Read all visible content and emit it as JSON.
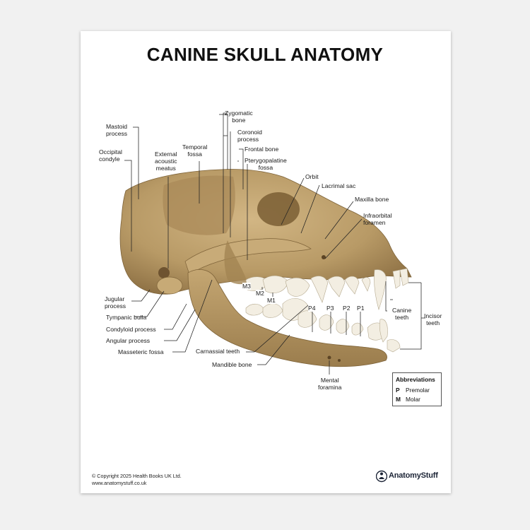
{
  "title": "CANINE SKULL ANATOMY",
  "labels": {
    "zygomatic_bone": "Zygomatic\nbone",
    "mastoid_process": "Mastoid\nprocess",
    "coronoid_process": "Coronoid\nprocess",
    "temporal_fossa": "Temporal\nfossa",
    "frontal_bone": "Frontal bone",
    "occipital_condyle": "Occipital\ncondyle",
    "external_acoustic_meatus": "External\nacoustic\nmeatus",
    "pterygopalatine_fossa": "Pterygopalatine\nfossa",
    "orbit": "Orbit",
    "lacrimal_sac": "Lacrimal sac",
    "maxilla_bone": "Maxilla bone",
    "infraorbital_foramen": "Infraorbital\nforamen",
    "jugular_process": "Jugular\nprocess",
    "tympanic_bulla": "Tympanic bulla",
    "condyloid_process": "Condyloid process",
    "angular_process": "Angular process",
    "masseteric_fossa": "Masseteric fossa",
    "carnassial_teeth": "Carnassial teeth",
    "mandible_bone": "Mandible bone",
    "mental_foramina": "Mental\nforamina",
    "canine_teeth": "Canine\nteeth",
    "incisor_teeth": "Incisor\nteeth",
    "m3": "M3",
    "m2": "M2",
    "m1": "M1",
    "p4": "P4",
    "p3": "P3",
    "p2": "P2",
    "p1": "P1"
  },
  "abbreviations": {
    "heading": "Abbreviations",
    "items": [
      {
        "key": "P",
        "value": "Premolar"
      },
      {
        "key": "M",
        "value": "Molar"
      }
    ]
  },
  "footer": {
    "copyright": "© Copyright 2025 Health Books UK Ltd.",
    "website": "www.anatomystuff.co.uk",
    "brand": "AnatomyStuff"
  },
  "colors": {
    "bone": "#b89a66",
    "bone_dark": "#8c6f43",
    "teeth": "#f3eee2",
    "leader_line": "#222222"
  }
}
